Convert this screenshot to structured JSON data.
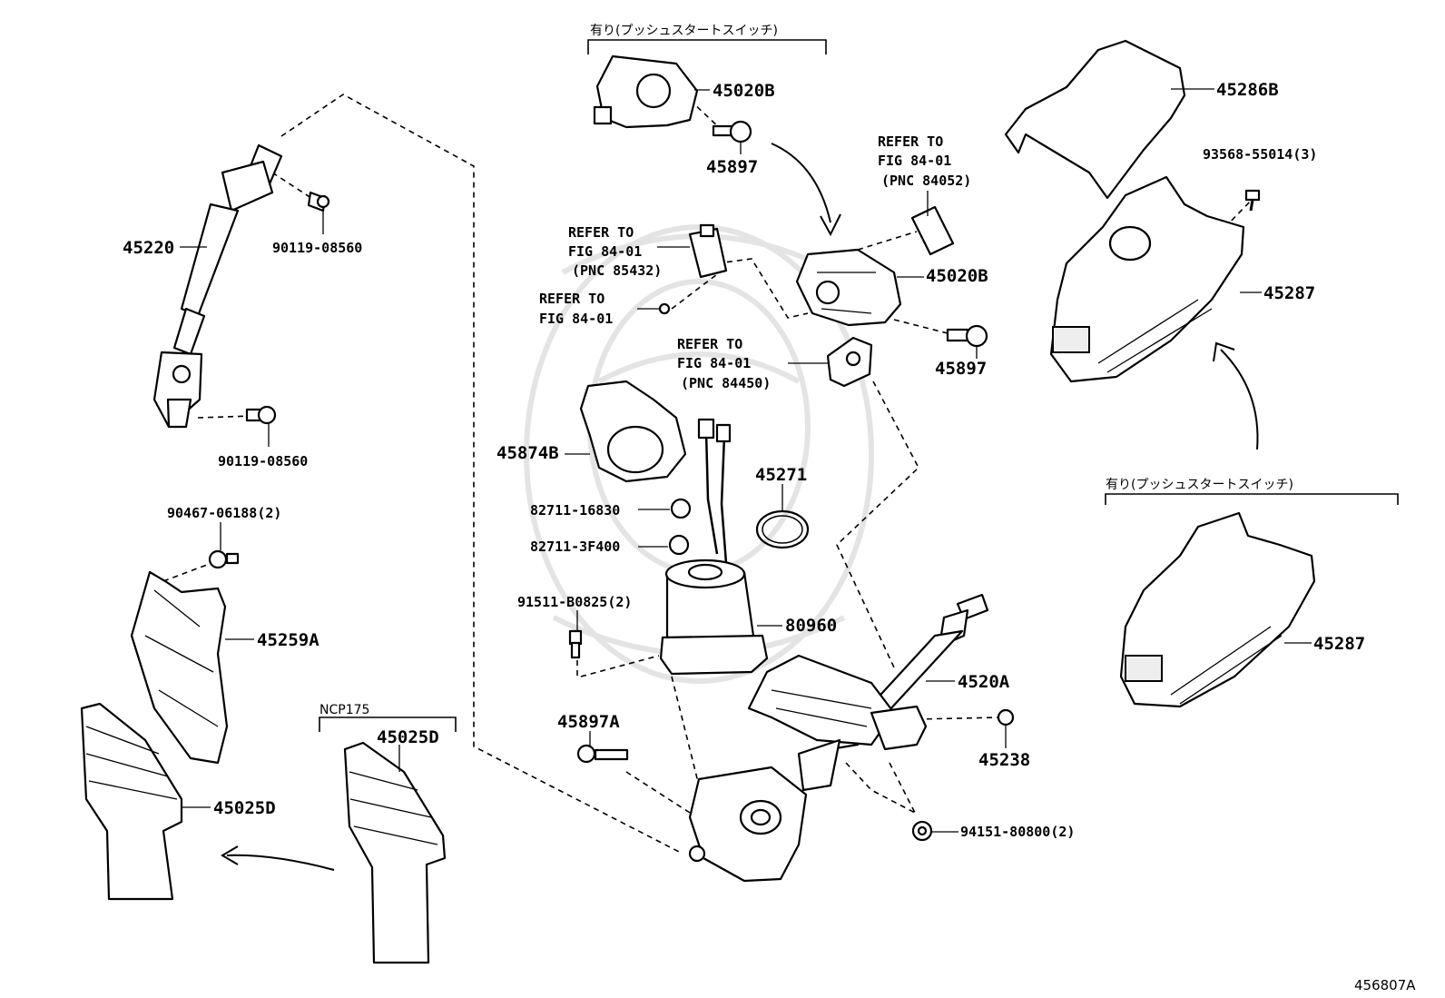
{
  "labels": {
    "p45220": "45220",
    "p90119a": "90119-08560",
    "p90119b": "90119-08560",
    "p90467": "90467-06188(2)",
    "p45259A": "45259A",
    "p45025D_left": "45025D",
    "ncp": "NCP175",
    "p45025D_mid": "45025D",
    "jp_top": "有り(プッシュスタートスイッチ)",
    "p45020B_top": "45020B",
    "p45897_top": "45897",
    "ref1_l1": "REFER TO",
    "ref1_l2": "FIG 84-01",
    "ref1_l3": "(PNC 85432)",
    "ref2_l1": "REFER TO",
    "ref2_l2": "FIG 84-01",
    "ref3_l1": "REFER TO",
    "ref3_l2": "FIG 84-01",
    "ref3_l3": "(PNC 84450)",
    "ref4_l1": "REFER TO",
    "ref4_l2": "FIG 84-01",
    "ref4_l3": "(PNC 84052)",
    "p45020B_mid": "45020B",
    "p45897_mid": "45897",
    "p45874B": "45874B",
    "p82711a": "82711-16830",
    "p82711b": "82711-3F400",
    "p45271": "45271",
    "p91511": "91511-B0825(2)",
    "p80960": "80960",
    "p45897A": "45897A",
    "p4520A": "4520A",
    "p45238": "45238",
    "p94151": "94151-80800(2)",
    "p45286B": "45286B",
    "p93568": "93568-55014(3)",
    "p45287_top": "45287",
    "jp_right": "有り(プッシュスタートスイッチ)",
    "p45287_bottom": "45287",
    "figure_id": "456807A"
  }
}
